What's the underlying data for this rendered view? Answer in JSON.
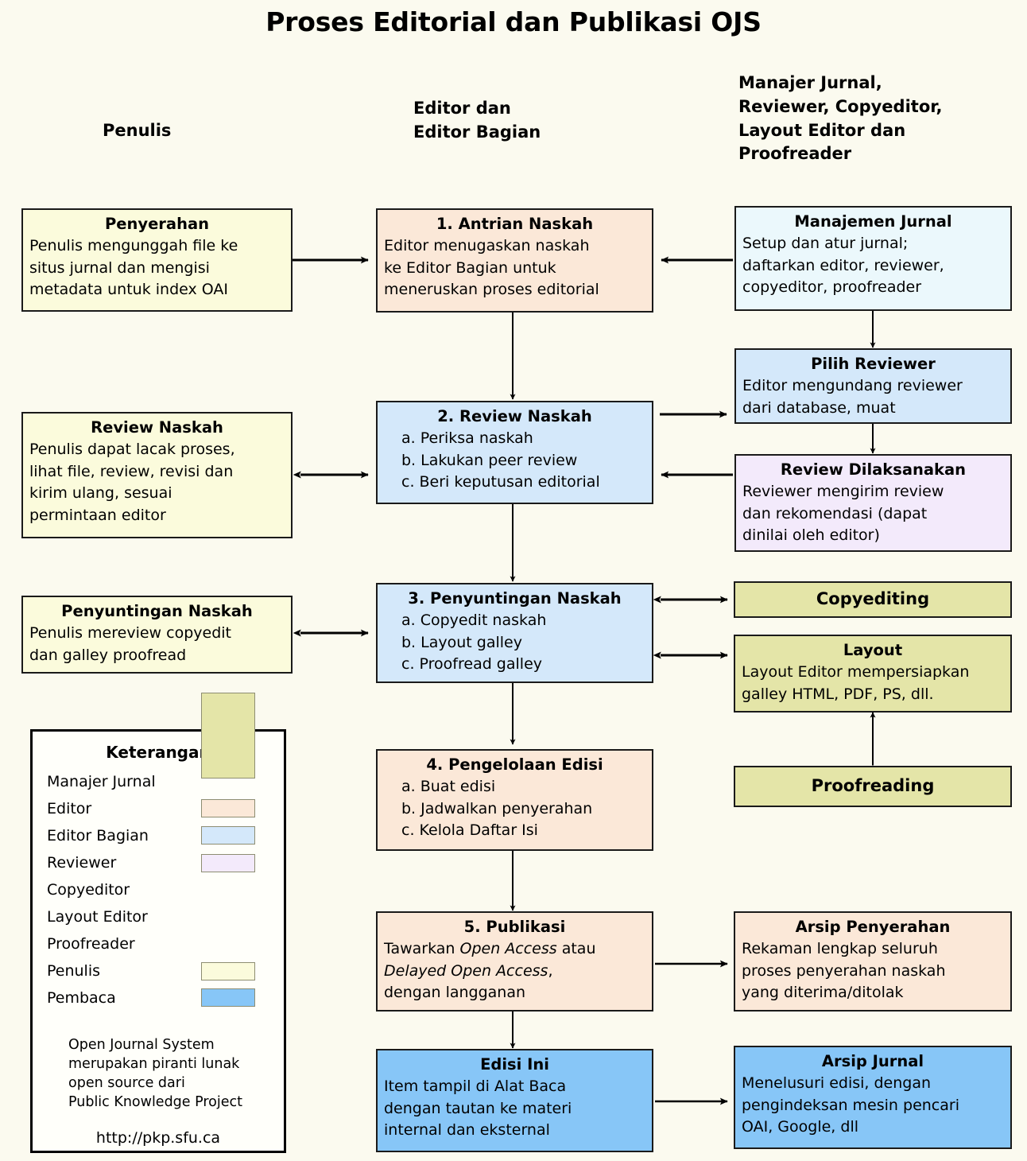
{
  "title": "Proses Editorial dan Publikasi OJS",
  "columns": [
    {
      "id": "penulis",
      "label": "Penulis"
    },
    {
      "id": "editor",
      "label": "Editor dan\nEditor Bagian"
    },
    {
      "id": "manajer",
      "label": "Manajer Jurnal,\nReviewer, Copyeditor,\nLayout Editor dan\nProofreader"
    }
  ],
  "boxes": [
    {
      "id": "penyerahan",
      "title": "Penyerahan",
      "body": "Penulis mengunggah file ke\nsitus jurnal dan mengisi\nmetadata untuk index OAI",
      "role": "Penulis",
      "color": "#fbfbdc"
    },
    {
      "id": "antrian-naskah",
      "title": "1. Antrian Naskah",
      "body": "Editor menugaskan naskah\nke Editor Bagian untuk\nmeneruskan proses editorial",
      "role": "Editor",
      "color": "#fbe8d8"
    },
    {
      "id": "manajemen-jurnal",
      "title": "Manajemen Jurnal",
      "body": "Setup dan atur jurnal;\ndaftarkan editor, reviewer,\ncopyeditor, proofreader",
      "role": "Manajer Jurnal",
      "color": "#ebf8fc"
    },
    {
      "id": "review-naskah-penulis",
      "title": "Review Naskah",
      "body": "Penulis dapat lacak proses,\nlihat file, review, revisi dan\nkirim ulang, sesuai\npermintaan editor",
      "role": "Penulis",
      "color": "#fbfbdc"
    },
    {
      "id": "review-naskah",
      "title": "2. Review Naskah",
      "body": "a. Periksa naskah\nb. Lakukan peer review\nc. Beri keputusan editorial",
      "role": "Editor Bagian",
      "color": "#d4e8fa"
    },
    {
      "id": "pilih-reviewer",
      "title": "Pilih Reviewer",
      "body": "Editor mengundang reviewer\ndari database, muat",
      "role": "Editor Bagian",
      "color": "#d4e8fa"
    },
    {
      "id": "review-dilaksanakan",
      "title": "Review Dilaksanakan",
      "body": "Reviewer mengirim review\ndan rekomendasi (dapat\ndinilai oleh editor)",
      "role": "Reviewer",
      "color": "#f3eafb"
    },
    {
      "id": "penyuntingan-naskah-penulis",
      "title": "Penyuntingan Naskah",
      "body": "Penulis mereview copyedit\ndan galley proofread",
      "role": "Penulis",
      "color": "#fbfbdc"
    },
    {
      "id": "penyuntingan-naskah",
      "title": "3. Penyuntingan Naskah",
      "body": "a. Copyedit naskah\nb. Layout galley\nc. Proofread galley",
      "role": "Editor Bagian",
      "color": "#d4e8fa"
    },
    {
      "id": "copyediting",
      "title": "Copyediting",
      "body": "",
      "role": "Copyeditor",
      "color": "#e4e5a8"
    },
    {
      "id": "layout",
      "title": "Layout",
      "body": "Layout Editor mempersiapkan\ngalley HTML, PDF, PS, dll.",
      "role": "Layout Editor",
      "color": "#e4e5a8"
    },
    {
      "id": "proofreading",
      "title": "Proofreading",
      "body": "",
      "role": "Proofreader",
      "color": "#e4e5a8"
    },
    {
      "id": "pengelolaan-edisi",
      "title": "4. Pengelolaan Edisi",
      "body": "a. Buat edisi\nb. Jadwalkan penyerahan\nc. Kelola Daftar Isi",
      "role": "Editor",
      "color": "#fbe8d8"
    },
    {
      "id": "publikasi",
      "title": "5. Publikasi",
      "body_html": "Tawarkan <i>Open Access</i> atau\n<i>Delayed Open Access</i>,\ndengan langganan",
      "body": "Tawarkan Open Access atau Delayed Open Access, dengan langganan",
      "role": "Editor",
      "color": "#fbe8d8"
    },
    {
      "id": "arsip-penyerahan",
      "title": "Arsip Penyerahan",
      "body": "Rekaman lengkap seluruh\nproses penyerahan naskah\nyang diterima/ditolak",
      "role": "Editor",
      "color": "#fbe8d8"
    },
    {
      "id": "edisi-ini",
      "title": "Edisi Ini",
      "body": "Item tampil di Alat Baca\ndengan tautan ke materi\ninternal dan eksternal",
      "role": "Pembaca",
      "color": "#87c6f7"
    },
    {
      "id": "arsip-jurnal",
      "title": "Arsip Jurnal",
      "body": "Menelusuri edisi, dengan\npengindeksan mesin pencari\nOAI, Google, dll",
      "role": "Pembaca",
      "color": "#87c6f7"
    }
  ],
  "legend": {
    "title": "Keterangan",
    "items": [
      {
        "label": "Manajer Jurnal",
        "color": null
      },
      {
        "label": "Editor",
        "color": "#fbe8d8"
      },
      {
        "label": "Editor Bagian",
        "color": "#d4e8fa"
      },
      {
        "label": "Reviewer",
        "color": "#f3eafb"
      },
      {
        "label": "Copyeditor",
        "color": "#e4e5a8"
      },
      {
        "label": "Layout Editor",
        "color": "#e4e5a8"
      },
      {
        "label": "Proofreader",
        "color": "#e4e5a8"
      },
      {
        "label": "Penulis",
        "color": "#fbfbdc"
      },
      {
        "label": "Pembaca",
        "color": "#87c6f7"
      }
    ],
    "note": "Open Journal System\nmerupakan piranti lunak\nopen source dari\nPublic Knowledge Project",
    "url": "http://pkp.sfu.ca"
  }
}
